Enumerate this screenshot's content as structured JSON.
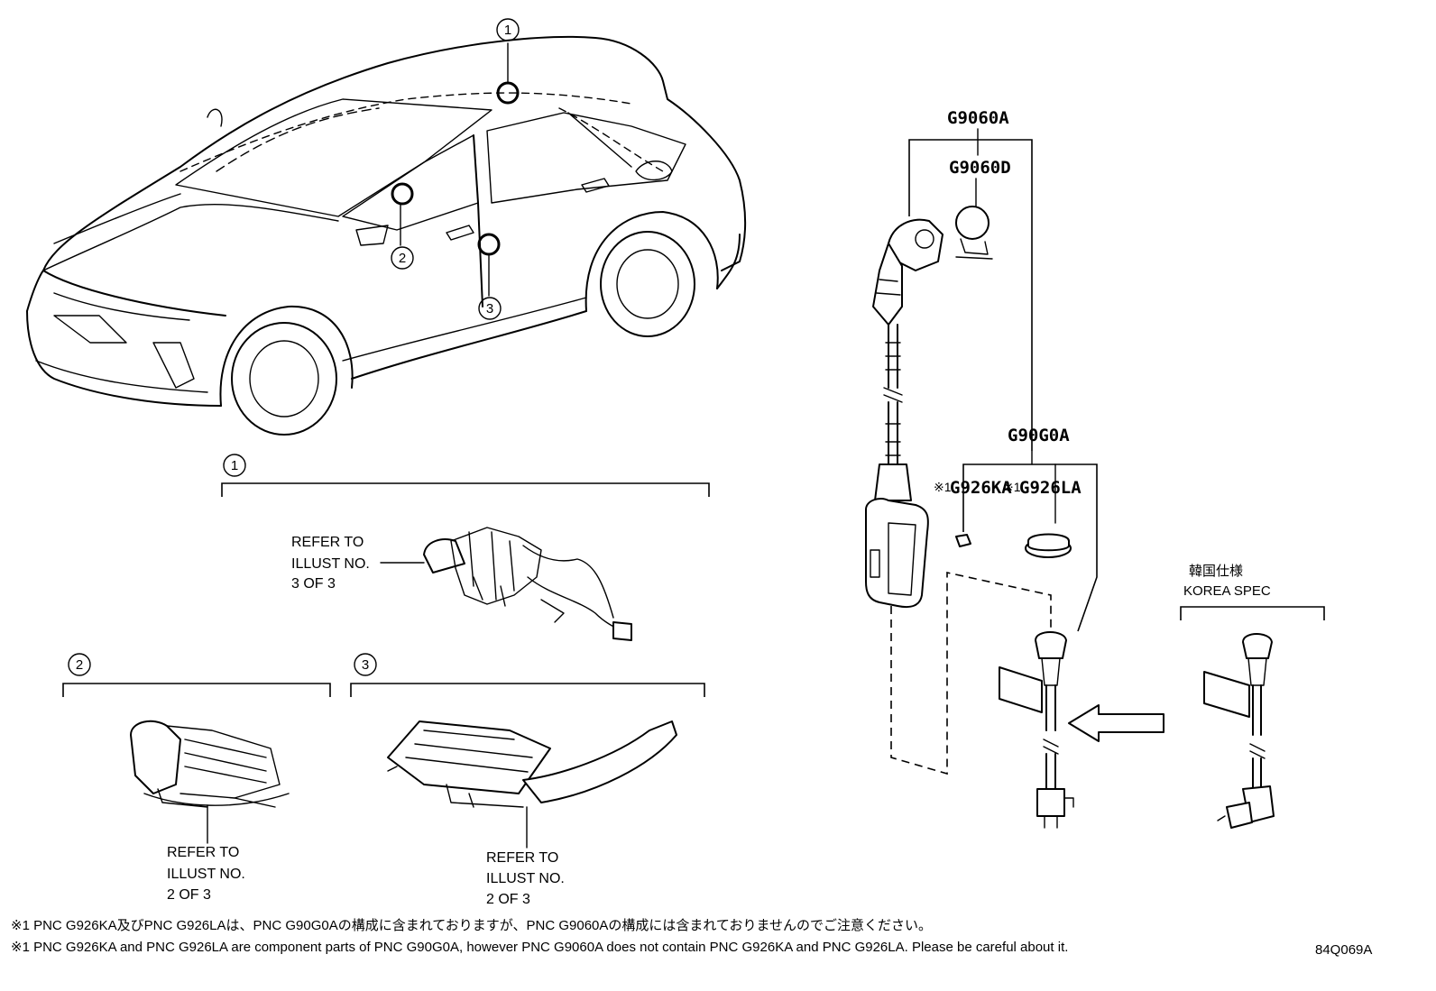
{
  "parts": {
    "g9060a": "G9060A",
    "g9060d": "G9060D",
    "g90g0a": "G90G0A",
    "g926ka_mark": "※1",
    "g926ka": "G926KA",
    "g926la_mark": "※1",
    "g926la": "G926LA"
  },
  "callouts": {
    "one": "1",
    "two": "2",
    "three": "3"
  },
  "refer": {
    "group1": {
      "line1": "REFER TO",
      "line2": "ILLUST NO.",
      "line3": "3 OF 3"
    },
    "group2": {
      "line1": "REFER TO",
      "line2": "ILLUST NO.",
      "line3": "2 OF 3"
    },
    "group3": {
      "line1": "REFER TO",
      "line2": "ILLUST NO.",
      "line3": "2 OF 3"
    }
  },
  "korea": {
    "jp": "韓国仕様",
    "en": "KOREA SPEC"
  },
  "notes": {
    "jp": "※1 PNC G926KA及びPNC G926LAは、PNC G90G0Aの構成に含まれておりますが、PNC G9060Aの構成には含まれておりませんのでご注意ください。",
    "en": "※1 PNC G926KA and PNC G926LA are component parts of PNC G90G0A, however PNC G9060A does not contain PNC G926KA and PNC G926LA. Please be careful about it."
  },
  "illustration_id": "84Q069A"
}
